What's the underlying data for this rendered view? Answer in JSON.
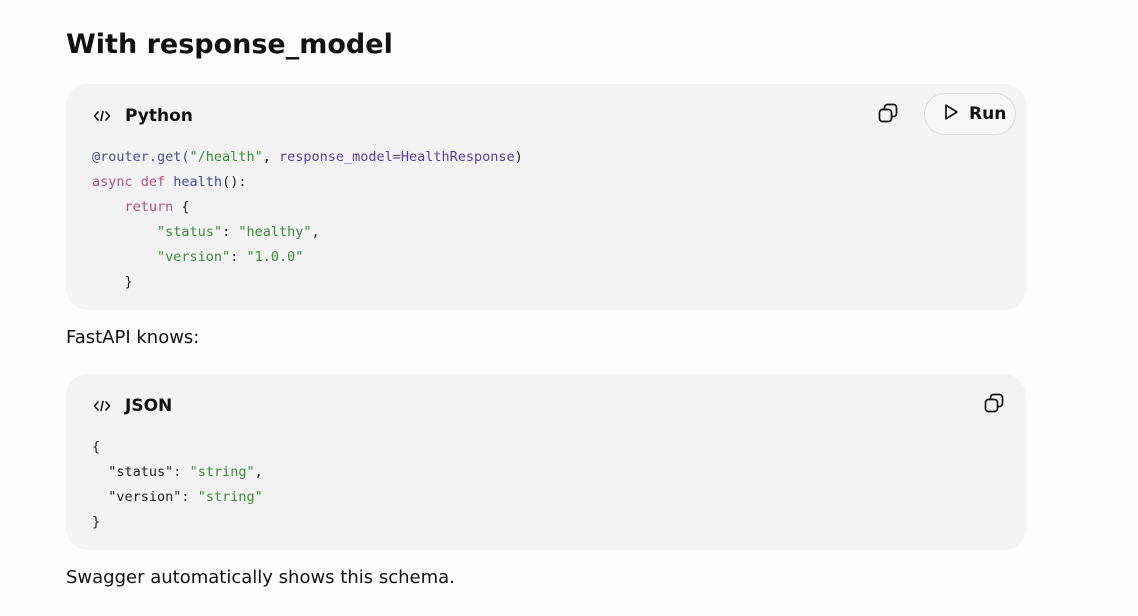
{
  "heading": "With response_model",
  "python_block": {
    "language": "Python",
    "run_label": "Run",
    "lines": [
      [
        {
          "t": "dec",
          "v": "@router.get("
        },
        {
          "t": "str",
          "v": "\"/health\""
        },
        {
          "t": "punc",
          "v": ", "
        },
        {
          "t": "param",
          "v": "response_model=HealthResponse"
        },
        {
          "t": "punc",
          "v": ")"
        }
      ],
      [
        {
          "t": "kw",
          "v": "async def "
        },
        {
          "t": "fn",
          "v": "health"
        },
        {
          "t": "punc",
          "v": "():"
        }
      ],
      [
        {
          "t": "punc",
          "v": "    "
        },
        {
          "t": "kw",
          "v": "return"
        },
        {
          "t": "punc",
          "v": " {"
        }
      ],
      [
        {
          "t": "punc",
          "v": "        "
        },
        {
          "t": "str",
          "v": "\"status\""
        },
        {
          "t": "punc",
          "v": ": "
        },
        {
          "t": "str",
          "v": "\"healthy\""
        },
        {
          "t": "punc",
          "v": ","
        }
      ],
      [
        {
          "t": "punc",
          "v": "        "
        },
        {
          "t": "str",
          "v": "\"version\""
        },
        {
          "t": "punc",
          "v": ": "
        },
        {
          "t": "str",
          "v": "\"1.0.0\""
        }
      ],
      [
        {
          "t": "punc",
          "v": "    }"
        }
      ]
    ]
  },
  "paragraph_1": "FastAPI knows:",
  "json_block": {
    "language": "JSON",
    "lines": [
      [
        {
          "t": "punc",
          "v": "{"
        }
      ],
      [
        {
          "t": "punc",
          "v": "  "
        },
        {
          "t": "key",
          "v": "\"status\""
        },
        {
          "t": "punc",
          "v": ": "
        },
        {
          "t": "str",
          "v": "\"string\""
        },
        {
          "t": "punc",
          "v": ","
        }
      ],
      [
        {
          "t": "punc",
          "v": "  "
        },
        {
          "t": "key",
          "v": "\"version\""
        },
        {
          "t": "punc",
          "v": ": "
        },
        {
          "t": "str",
          "v": "\"string\""
        }
      ],
      [
        {
          "t": "punc",
          "v": "}"
        }
      ]
    ]
  },
  "paragraph_2": "Swagger automatically shows this schema.",
  "icons": {
    "code": "code-icon",
    "copy": "copy-icon",
    "run": "play-icon"
  },
  "colors": {
    "card_bg": "#f3f3f3",
    "page_bg": "#fcfcfc",
    "string": "#3d8a3d",
    "keyword": "#b0507f",
    "function": "#3f4a9c",
    "param": "#5a3f9c"
  }
}
